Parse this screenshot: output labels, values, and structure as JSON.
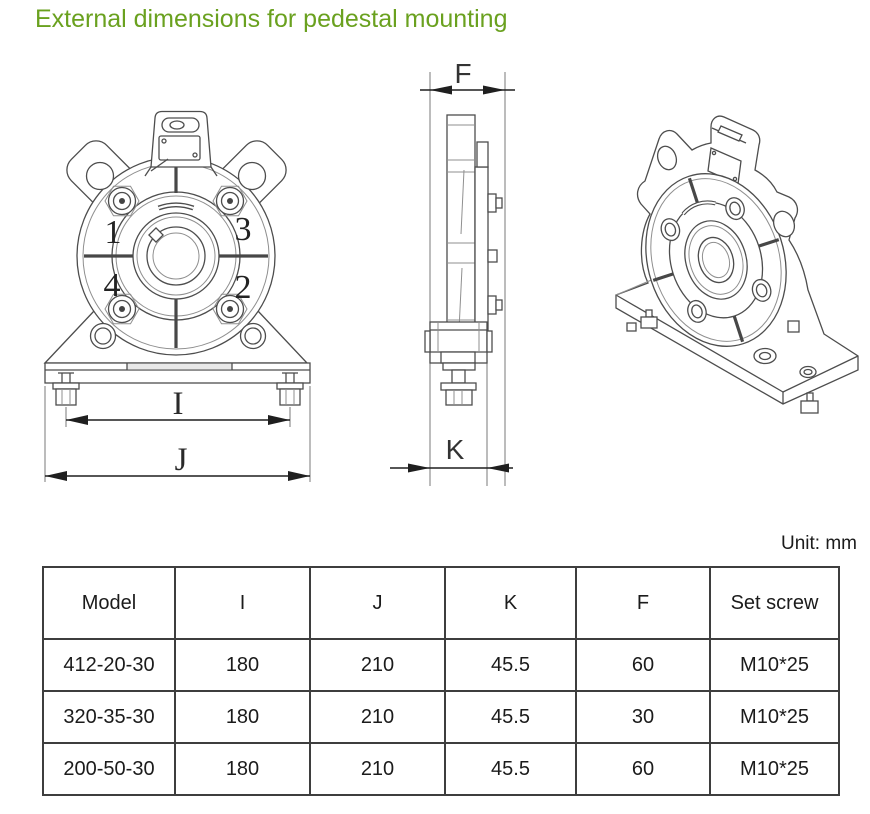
{
  "title": "External dimensions for pedestal mounting",
  "colors": {
    "title_green": "#6aa11f"
  },
  "drawings": {
    "front": {
      "dim_inner": "I",
      "dim_outer": "J",
      "bolt_labels": [
        "1",
        "3",
        "4",
        "2"
      ]
    },
    "side": {
      "dim_width": "F",
      "dim_foot": "K"
    }
  },
  "unit_label": "Unit: mm",
  "table": {
    "columns": [
      "Model",
      "I",
      "J",
      "K",
      "F",
      "Set screw"
    ],
    "rows": [
      [
        "412-20-30",
        "180",
        "210",
        "45.5",
        "60",
        "M10*25"
      ],
      [
        "320-35-30",
        "180",
        "210",
        "45.5",
        "30",
        "M10*25"
      ],
      [
        "200-50-30",
        "180",
        "210",
        "45.5",
        "60",
        "M10*25"
      ]
    ]
  }
}
